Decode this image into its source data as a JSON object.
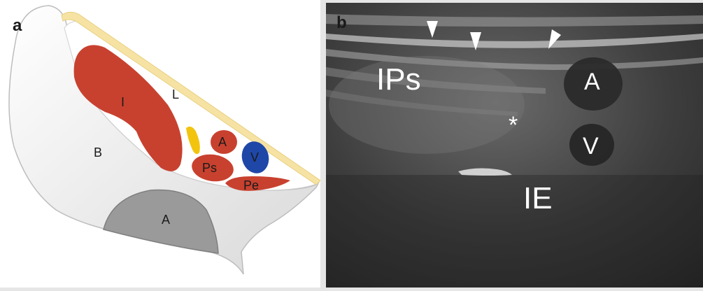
{
  "panel_a": {
    "letter": "a",
    "labels": {
      "iliacus": "I",
      "ligament": "L",
      "bone": "B",
      "artery": "A",
      "vein": "V",
      "psoas": "Ps",
      "pectineus": "Pe",
      "acetabulum": "A"
    },
    "colors": {
      "muscle": "#c8412f",
      "vein": "#1f47a8",
      "nerve": "#f2c40e",
      "bone": "#f2f2f2",
      "acetabulum": "#9a9a9a",
      "ligament": "#f6e3a4"
    }
  },
  "panel_b": {
    "letter": "b",
    "labels": {
      "ilio_psoas": "IPs",
      "artery": "A",
      "vein": "V",
      "iliopectineal": "IE",
      "asterisk": "*"
    },
    "arrowheads": 3
  }
}
